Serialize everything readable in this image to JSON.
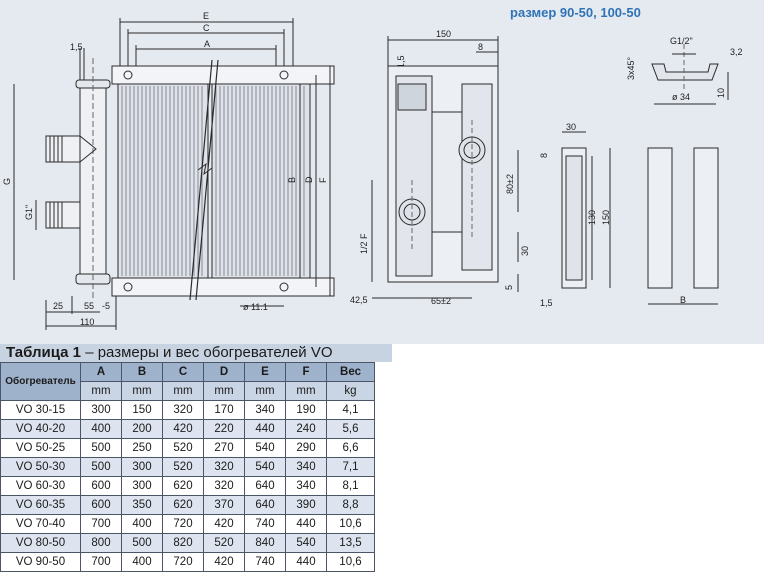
{
  "drawing": {
    "size_label": "размер 90-50, 100-50",
    "labels": {
      "E": "E",
      "C": "C",
      "A": "A",
      "B": "B",
      "D": "D",
      "F": "F",
      "G": "G",
      "d15": "1,5",
      "g1": "G1\"",
      "d25": "25",
      "d55": "55",
      "d5": "-5",
      "d110": "110",
      "d11": "ø 11.1",
      "d150": "150",
      "d8": "8",
      "d15b": "1,5",
      "d80": "80±2",
      "d30": "30",
      "half_f": "1/2 F",
      "d5b": "5",
      "d425": "42,5",
      "d65": "65±2",
      "d30b": "30",
      "d8b": "8",
      "d130": "130",
      "d150b": "150",
      "d15c": "1,5",
      "g12": "G1/2\"",
      "d32": "3,2",
      "d3x45": "3x45°",
      "d10": "10",
      "d34": "ø 34",
      "Bside": "B"
    }
  },
  "table": {
    "caption_bold": "Таблица 1",
    "caption_rest": " – размеры и вес обогревателей VO",
    "header": [
      "Обогреватель",
      "A",
      "B",
      "C",
      "D",
      "E",
      "F",
      "Вес"
    ],
    "units": [
      "mm",
      "mm",
      "mm",
      "mm",
      "mm",
      "mm",
      "kg"
    ],
    "rows": [
      [
        "VO 30-15",
        "300",
        "150",
        "320",
        "170",
        "340",
        "190",
        "4,1"
      ],
      [
        "VO 40-20",
        "400",
        "200",
        "420",
        "220",
        "440",
        "240",
        "5,6"
      ],
      [
        "VO 50-25",
        "500",
        "250",
        "520",
        "270",
        "540",
        "290",
        "6,6"
      ],
      [
        "VO 50-30",
        "500",
        "300",
        "520",
        "320",
        "540",
        "340",
        "7,1"
      ],
      [
        "VO 60-30",
        "600",
        "300",
        "620",
        "320",
        "640",
        "340",
        "8,1"
      ],
      [
        "VO 60-35",
        "600",
        "350",
        "620",
        "370",
        "640",
        "390",
        "8,8"
      ],
      [
        "VO 70-40",
        "700",
        "400",
        "720",
        "420",
        "740",
        "440",
        "10,6"
      ],
      [
        "VO 80-50",
        "800",
        "500",
        "820",
        "520",
        "840",
        "540",
        "13,5"
      ],
      [
        "VO 90-50",
        "700",
        "400",
        "720",
        "420",
        "740",
        "440",
        "10,6"
      ]
    ]
  }
}
